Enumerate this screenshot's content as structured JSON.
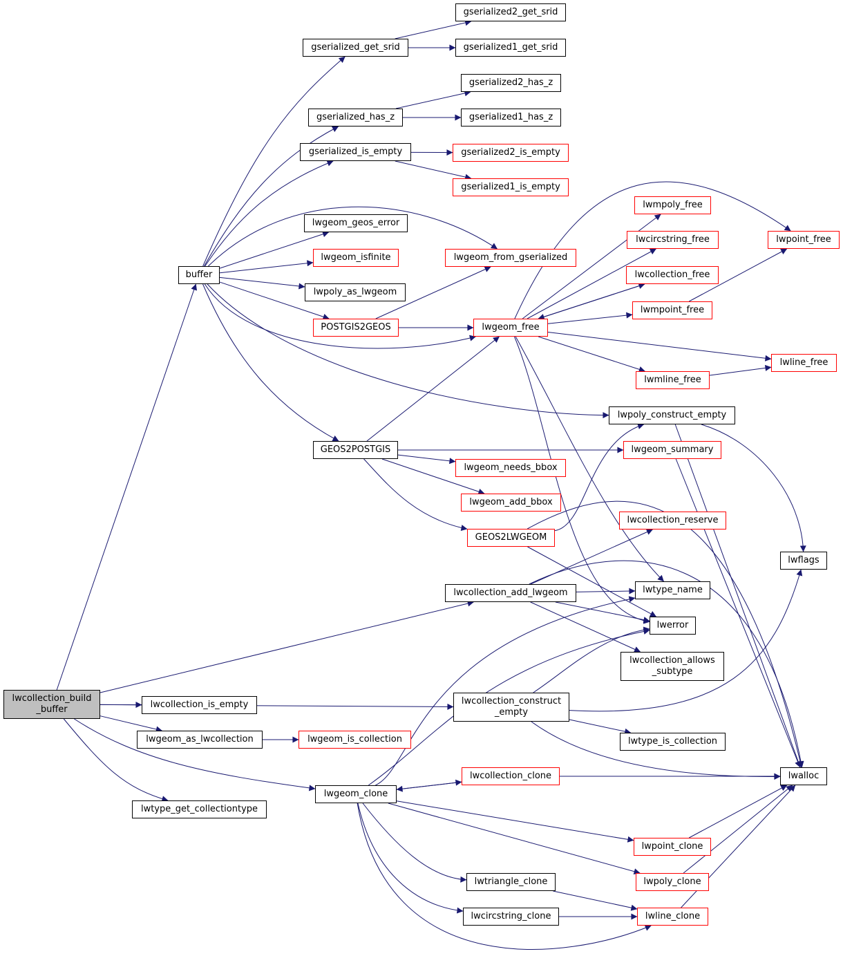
{
  "colors": {
    "edge": "#191970",
    "border": "#000000",
    "truncated_border": "#ff0000",
    "root_fill": "#bfbfbf"
  },
  "nodes": [
    {
      "id": "lwcollection_build_buffer",
      "label": "lwcollection_build\n_buffer",
      "style": "root"
    },
    {
      "id": "buffer",
      "label": "buffer",
      "style": "normal"
    },
    {
      "id": "gserialized_get_srid",
      "label": "gserialized_get_srid",
      "style": "normal"
    },
    {
      "id": "gserialized2_get_srid",
      "label": "gserialized2_get_srid",
      "style": "normal"
    },
    {
      "id": "gserialized1_get_srid",
      "label": "gserialized1_get_srid",
      "style": "normal"
    },
    {
      "id": "gserialized_has_z",
      "label": "gserialized_has_z",
      "style": "normal"
    },
    {
      "id": "gserialized2_has_z",
      "label": "gserialized2_has_z",
      "style": "normal"
    },
    {
      "id": "gserialized1_has_z",
      "label": "gserialized1_has_z",
      "style": "normal"
    },
    {
      "id": "gserialized_is_empty",
      "label": "gserialized_is_empty",
      "style": "normal"
    },
    {
      "id": "gserialized2_is_empty",
      "label": "gserialized2_is_empty",
      "style": "truncated"
    },
    {
      "id": "gserialized1_is_empty",
      "label": "gserialized1_is_empty",
      "style": "truncated"
    },
    {
      "id": "lwgeom_geos_error",
      "label": "lwgeom_geos_error",
      "style": "normal"
    },
    {
      "id": "lwgeom_isfinite",
      "label": "lwgeom_isfinite",
      "style": "truncated"
    },
    {
      "id": "lwpoly_as_lwgeom",
      "label": "lwpoly_as_lwgeom",
      "style": "normal"
    },
    {
      "id": "POSTGIS2GEOS",
      "label": "POSTGIS2GEOS",
      "style": "truncated"
    },
    {
      "id": "lwgeom_from_gserialized",
      "label": "lwgeom_from_gserialized",
      "style": "truncated"
    },
    {
      "id": "lwgeom_free",
      "label": "lwgeom_free",
      "style": "truncated"
    },
    {
      "id": "lwmpoly_free",
      "label": "lwmpoly_free",
      "style": "truncated"
    },
    {
      "id": "lwcircstring_free",
      "label": "lwcircstring_free",
      "style": "truncated"
    },
    {
      "id": "lwcollection_free",
      "label": "lwcollection_free",
      "style": "truncated"
    },
    {
      "id": "lwmpoint_free",
      "label": "lwmpoint_free",
      "style": "truncated"
    },
    {
      "id": "lwmline_free",
      "label": "lwmline_free",
      "style": "truncated"
    },
    {
      "id": "lwpoint_free",
      "label": "lwpoint_free",
      "style": "truncated"
    },
    {
      "id": "lwline_free",
      "label": "lwline_free",
      "style": "truncated"
    },
    {
      "id": "lwpoly_construct_empty",
      "label": "lwpoly_construct_empty",
      "style": "normal"
    },
    {
      "id": "GEOS2POSTGIS",
      "label": "GEOS2POSTGIS",
      "style": "normal"
    },
    {
      "id": "lwgeom_summary",
      "label": "lwgeom_summary",
      "style": "truncated"
    },
    {
      "id": "lwgeom_needs_bbox",
      "label": "lwgeom_needs_bbox",
      "style": "truncated"
    },
    {
      "id": "lwgeom_add_bbox",
      "label": "lwgeom_add_bbox",
      "style": "truncated"
    },
    {
      "id": "GEOS2LWGEOM",
      "label": "GEOS2LWGEOM",
      "style": "truncated"
    },
    {
      "id": "lwcollection_reserve",
      "label": "lwcollection_reserve",
      "style": "truncated"
    },
    {
      "id": "lwflags",
      "label": "lwflags",
      "style": "normal"
    },
    {
      "id": "lwcollection_add_lwgeom",
      "label": "lwcollection_add_lwgeom",
      "style": "normal"
    },
    {
      "id": "lwtype_name",
      "label": "lwtype_name",
      "style": "normal"
    },
    {
      "id": "lwerror",
      "label": "lwerror",
      "style": "normal"
    },
    {
      "id": "lwcollection_allows_subtype",
      "label": "lwcollection_allows\n_subtype",
      "style": "normal"
    },
    {
      "id": "lwcollection_is_empty",
      "label": "lwcollection_is_empty",
      "style": "normal"
    },
    {
      "id": "lwcollection_construct_empty",
      "label": "lwcollection_construct\n_empty",
      "style": "normal"
    },
    {
      "id": "lwgeom_as_lwcollection",
      "label": "lwgeom_as_lwcollection",
      "style": "normal"
    },
    {
      "id": "lwgeom_is_collection",
      "label": "lwgeom_is_collection",
      "style": "truncated"
    },
    {
      "id": "lwtype_is_collection",
      "label": "lwtype_is_collection",
      "style": "normal"
    },
    {
      "id": "lwalloc",
      "label": "lwalloc",
      "style": "normal"
    },
    {
      "id": "lwcollection_clone",
      "label": "lwcollection_clone",
      "style": "truncated"
    },
    {
      "id": "lwgeom_clone",
      "label": "lwgeom_clone",
      "style": "normal"
    },
    {
      "id": "lwtype_get_collectiontype",
      "label": "lwtype_get_collectiontype",
      "style": "normal"
    },
    {
      "id": "lwpoint_clone",
      "label": "lwpoint_clone",
      "style": "truncated"
    },
    {
      "id": "lwtriangle_clone",
      "label": "lwtriangle_clone",
      "style": "normal"
    },
    {
      "id": "lwpoly_clone",
      "label": "lwpoly_clone",
      "style": "truncated"
    },
    {
      "id": "lwcircstring_clone",
      "label": "lwcircstring_clone",
      "style": "normal"
    },
    {
      "id": "lwline_clone",
      "label": "lwline_clone",
      "style": "truncated"
    }
  ],
  "edges": [
    {
      "from": "lwcollection_build_buffer",
      "to": "buffer"
    },
    {
      "from": "lwcollection_build_buffer",
      "to": "lwcollection_add_lwgeom"
    },
    {
      "from": "lwcollection_build_buffer",
      "to": "lwcollection_construct_empty"
    },
    {
      "from": "lwcollection_build_buffer",
      "to": "lwcollection_is_empty"
    },
    {
      "from": "lwcollection_build_buffer",
      "to": "lwgeom_as_lwcollection"
    },
    {
      "from": "lwcollection_build_buffer",
      "to": "lwgeom_clone"
    },
    {
      "from": "lwcollection_build_buffer",
      "to": "lwtype_get_collectiontype"
    },
    {
      "from": "buffer",
      "to": "gserialized_get_srid"
    },
    {
      "from": "buffer",
      "to": "gserialized_has_z"
    },
    {
      "from": "buffer",
      "to": "gserialized_is_empty"
    },
    {
      "from": "buffer",
      "to": "lwgeom_from_gserialized"
    },
    {
      "from": "buffer",
      "to": "lwgeom_geos_error"
    },
    {
      "from": "buffer",
      "to": "lwgeom_isfinite"
    },
    {
      "from": "buffer",
      "to": "lwpoly_as_lwgeom"
    },
    {
      "from": "buffer",
      "to": "POSTGIS2GEOS"
    },
    {
      "from": "buffer",
      "to": "lwgeom_free"
    },
    {
      "from": "buffer",
      "to": "lwpoly_construct_empty"
    },
    {
      "from": "buffer",
      "to": "GEOS2POSTGIS"
    },
    {
      "from": "gserialized_get_srid",
      "to": "gserialized2_get_srid"
    },
    {
      "from": "gserialized_get_srid",
      "to": "gserialized1_get_srid"
    },
    {
      "from": "gserialized_has_z",
      "to": "gserialized2_has_z"
    },
    {
      "from": "gserialized_has_z",
      "to": "gserialized1_has_z"
    },
    {
      "from": "gserialized_is_empty",
      "to": "gserialized2_is_empty"
    },
    {
      "from": "gserialized_is_empty",
      "to": "gserialized1_is_empty"
    },
    {
      "from": "POSTGIS2GEOS",
      "to": "lwgeom_from_gserialized"
    },
    {
      "from": "POSTGIS2GEOS",
      "to": "lwgeom_free"
    },
    {
      "from": "lwgeom_free",
      "to": "lwmpoly_free"
    },
    {
      "from": "lwgeom_free",
      "to": "lwpoint_free"
    },
    {
      "from": "lwgeom_free",
      "to": "lwcircstring_free"
    },
    {
      "from": "lwgeom_free",
      "to": "lwcollection_free"
    },
    {
      "from": "lwgeom_free",
      "to": "lwmpoint_free"
    },
    {
      "from": "lwgeom_free",
      "to": "lwline_free"
    },
    {
      "from": "lwgeom_free",
      "to": "lwmline_free"
    },
    {
      "from": "lwgeom_free",
      "to": "lwtype_name"
    },
    {
      "from": "lwgeom_free",
      "to": "lwerror"
    },
    {
      "from": "lwcollection_free",
      "to": "lwgeom_free"
    },
    {
      "from": "lwmpoint_free",
      "to": "lwpoint_free"
    },
    {
      "from": "lwmline_free",
      "to": "lwline_free"
    },
    {
      "from": "GEOS2POSTGIS",
      "to": "lwgeom_free"
    },
    {
      "from": "GEOS2POSTGIS",
      "to": "lwgeom_summary"
    },
    {
      "from": "GEOS2POSTGIS",
      "to": "lwgeom_needs_bbox"
    },
    {
      "from": "GEOS2POSTGIS",
      "to": "lwgeom_add_bbox"
    },
    {
      "from": "GEOS2POSTGIS",
      "to": "GEOS2LWGEOM"
    },
    {
      "from": "GEOS2LWGEOM",
      "to": "lwpoly_construct_empty"
    },
    {
      "from": "GEOS2LWGEOM",
      "to": "lwerror"
    },
    {
      "from": "GEOS2LWGEOM",
      "to": "lwalloc"
    },
    {
      "from": "lwpoly_construct_empty",
      "to": "lwflags"
    },
    {
      "from": "lwpoly_construct_empty",
      "to": "lwalloc"
    },
    {
      "from": "lwgeom_summary",
      "to": "lwalloc"
    },
    {
      "from": "lwcollection_add_lwgeom",
      "to": "lwcollection_reserve"
    },
    {
      "from": "lwcollection_add_lwgeom",
      "to": "lwtype_name"
    },
    {
      "from": "lwcollection_add_lwgeom",
      "to": "lwerror"
    },
    {
      "from": "lwcollection_add_lwgeom",
      "to": "lwcollection_allows_subtype"
    },
    {
      "from": "lwcollection_add_lwgeom",
      "to": "lwalloc"
    },
    {
      "from": "lwcollection_construct_empty",
      "to": "lwerror"
    },
    {
      "from": "lwcollection_construct_empty",
      "to": "lwflags"
    },
    {
      "from": "lwcollection_construct_empty",
      "to": "lwtype_is_collection"
    },
    {
      "from": "lwcollection_construct_empty",
      "to": "lwalloc"
    },
    {
      "from": "lwgeom_as_lwcollection",
      "to": "lwgeom_is_collection"
    },
    {
      "from": "lwgeom_clone",
      "to": "lwtype_name"
    },
    {
      "from": "lwgeom_clone",
      "to": "lwerror"
    },
    {
      "from": "lwgeom_clone",
      "to": "lwcollection_clone"
    },
    {
      "from": "lwgeom_clone",
      "to": "lwpoint_clone"
    },
    {
      "from": "lwgeom_clone",
      "to": "lwpoly_clone"
    },
    {
      "from": "lwgeom_clone",
      "to": "lwtriangle_clone"
    },
    {
      "from": "lwgeom_clone",
      "to": "lwcircstring_clone"
    },
    {
      "from": "lwgeom_clone",
      "to": "lwline_clone"
    },
    {
      "from": "lwcollection_clone",
      "to": "lwgeom_clone"
    },
    {
      "from": "lwcollection_clone",
      "to": "lwalloc"
    },
    {
      "from": "lwpoint_clone",
      "to": "lwalloc"
    },
    {
      "from": "lwpoly_clone",
      "to": "lwalloc"
    },
    {
      "from": "lwline_clone",
      "to": "lwalloc"
    },
    {
      "from": "lwtriangle_clone",
      "to": "lwline_clone"
    },
    {
      "from": "lwcircstring_clone",
      "to": "lwline_clone"
    }
  ]
}
